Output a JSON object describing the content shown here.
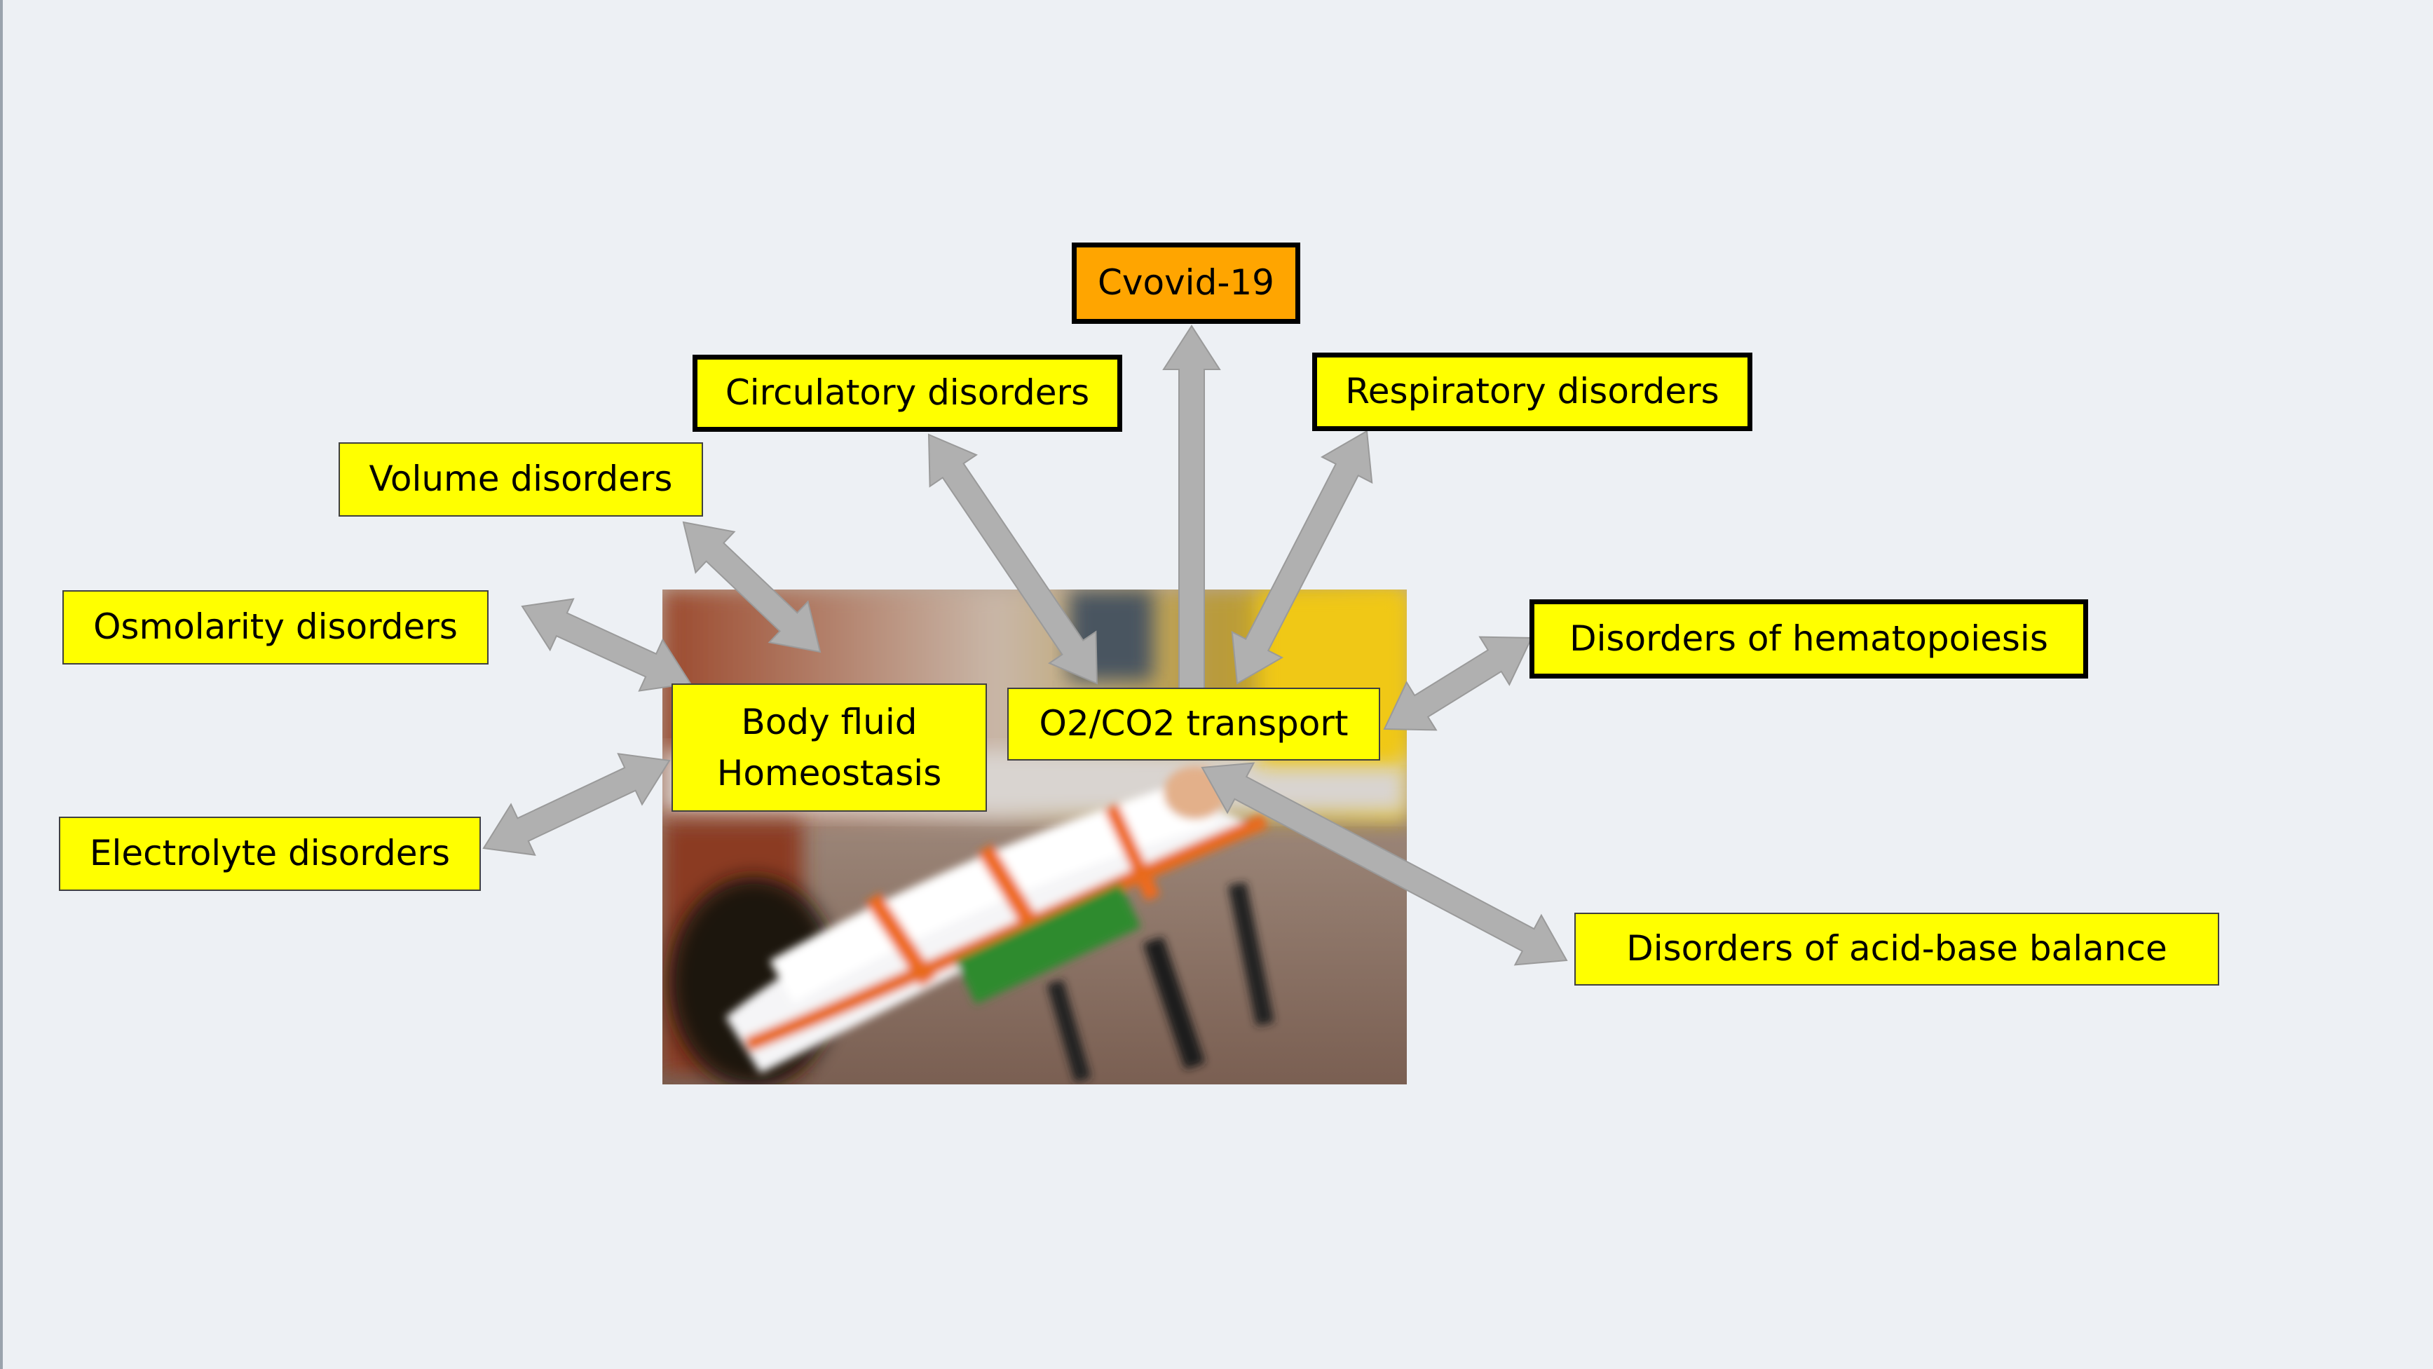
{
  "diagram": {
    "center_labels": {
      "body_fluid": "Body fluid\nHomeostasis",
      "o2_transport": "O2/CO2 transport"
    },
    "outer_labels": {
      "covid": "Cvovid-19",
      "circulatory": "Circulatory disorders",
      "respiratory": "Respiratory disorders",
      "volume": "Volume disorders",
      "osmolarity": "Osmolarity disorders",
      "hematopoiesis": "Disorders of hematopoiesis",
      "electrolyte": "Electrolyte disorders",
      "acid_base": "Disorders of acid-base balance"
    },
    "colors": {
      "label_fill": "#ffff00",
      "covid_fill": "#ffa500",
      "arrow": "#b0b0b0",
      "background": "#edf0f4"
    },
    "photo_icon": "blurred-stretcher-photo"
  }
}
